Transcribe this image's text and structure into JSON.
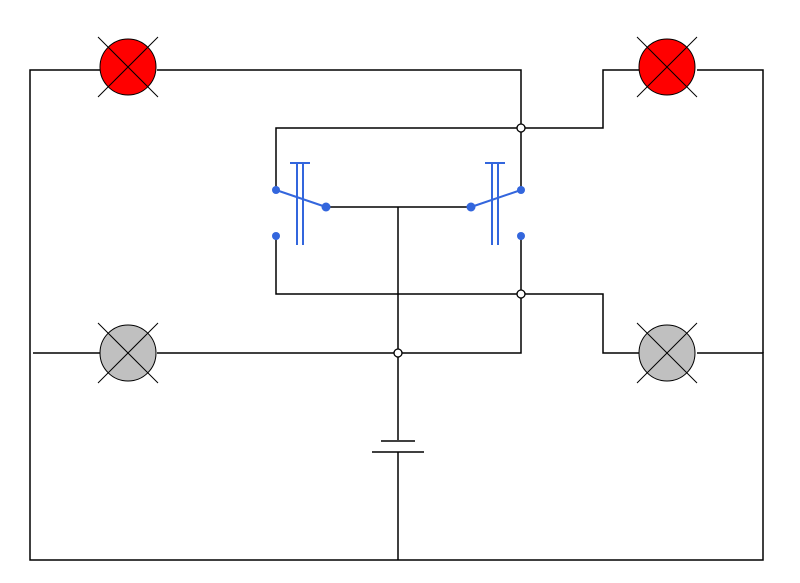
{
  "diagram": {
    "colors": {
      "wire": "#000000",
      "switch": "#3366dd",
      "lamp_lit": "#ff0000",
      "lamp_off": "#c0c0c0",
      "background": "#ffffff"
    },
    "lamps": [
      {
        "id": "lamp-top-left",
        "state": "lit"
      },
      {
        "id": "lamp-top-right",
        "state": "lit"
      },
      {
        "id": "lamp-bottom-left",
        "state": "off"
      },
      {
        "id": "lamp-bottom-right",
        "state": "off"
      }
    ],
    "switches": [
      {
        "id": "switch-left",
        "position": "upper"
      },
      {
        "id": "switch-right",
        "position": "upper"
      }
    ],
    "battery": {
      "id": "battery"
    }
  }
}
